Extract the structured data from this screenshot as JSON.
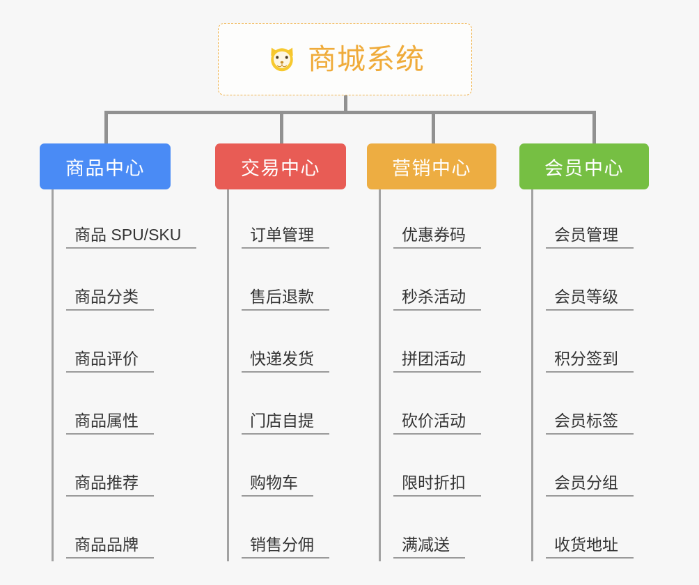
{
  "diagram": {
    "type": "organizational-tree",
    "background_color": "#f7f7f7",
    "connector_color": "#919191",
    "root": {
      "icon": "shiba-dog-face-emoji",
      "title": "商城系统",
      "text_color": "#efab3a",
      "border_color": "#f0b24a",
      "border_style": "dashed"
    },
    "columns": [
      {
        "label": "商品中心",
        "color": "#4a8bf5",
        "items": [
          "商品 SPU/SKU",
          "商品分类",
          "商品评价",
          "商品属性",
          "商品推荐",
          "商品品牌"
        ]
      },
      {
        "label": "交易中心",
        "color": "#e85c55",
        "items": [
          "订单管理",
          "售后退款",
          "快递发货",
          "门店自提",
          "购物车",
          "销售分佣"
        ]
      },
      {
        "label": "营销中心",
        "color": "#edad42",
        "items": [
          "优惠券码",
          "秒杀活动",
          "拼团活动",
          "砍价活动",
          "限时折扣",
          "满减送"
        ]
      },
      {
        "label": "会员中心",
        "color": "#76bf43",
        "items": [
          "会员管理",
          "会员等级",
          "积分签到",
          "会员标签",
          "会员分组",
          "收货地址"
        ]
      }
    ]
  }
}
